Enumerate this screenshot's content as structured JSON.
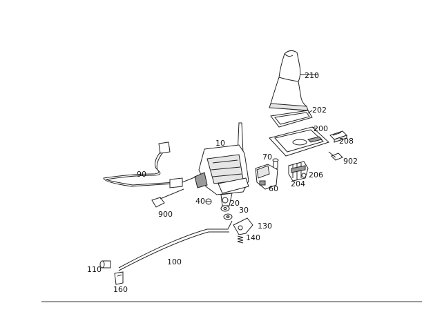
{
  "diagram": {
    "labels": {
      "p10": "10",
      "p20": "20",
      "p30": "30",
      "p40": "40",
      "p60": "60",
      "p70": "70",
      "p90": "90",
      "p100": "100",
      "p110": "110",
      "p130": "130",
      "p140": "140",
      "p160": "160",
      "p200": "200",
      "p202": "202",
      "p204": "204",
      "p206": "206",
      "p208": "208",
      "p210": "210",
      "p900": "900",
      "p902": "902"
    }
  }
}
